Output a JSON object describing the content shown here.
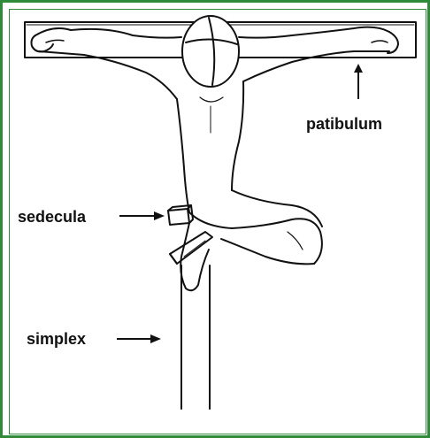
{
  "labels": {
    "patibulum": "patibulum",
    "sedecula": "sedecula",
    "simplex": "simplex"
  },
  "colors": {
    "frame": "#2f8a3a",
    "ink": "#111111"
  }
}
